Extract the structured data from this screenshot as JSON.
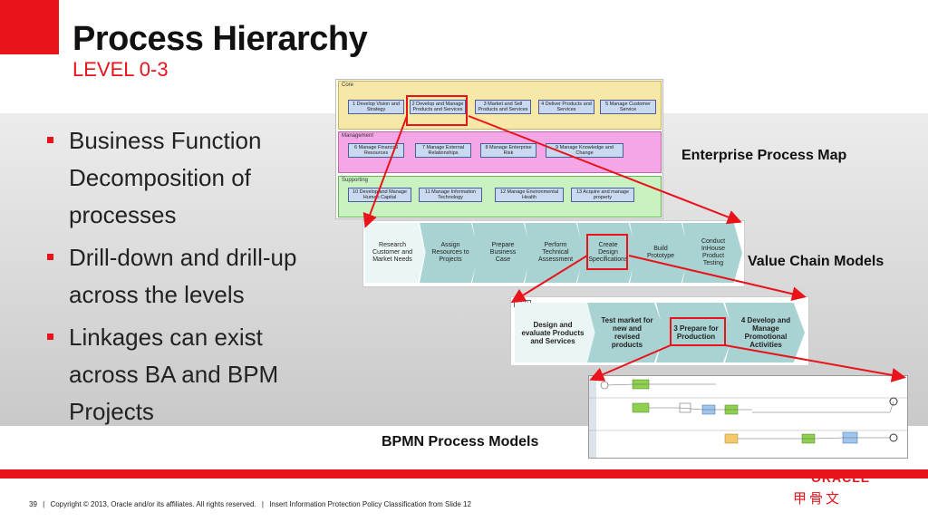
{
  "slide": {
    "title": "Process Hierarchy",
    "subtitle": "LEVEL 0-3",
    "bullets": [
      "Business Function Decomposition of processes",
      "Drill-down and drill-up across the levels",
      "Linkages can exist across BA and BPM Projects"
    ]
  },
  "labels": {
    "epm": "Enterprise Process Map",
    "vcm": "Value Chain Models",
    "bpmn": "BPMN Process Models"
  },
  "epm": {
    "core": {
      "label": "Core",
      "boxes": [
        "1 Develop Vision and Strategy",
        "2 Develop and Manage Products and Services",
        "3 Market and Sell Products and Services",
        "4 Deliver Products and Services",
        "5 Manage Customer Service"
      ]
    },
    "management": {
      "label": "Management",
      "boxes": [
        "6 Manage Financial Resources",
        "7 Manage External Relationships",
        "8 Manage Enterprise Risk",
        "9 Manage Knowledge and Change"
      ]
    },
    "supporting": {
      "label": "Supporting",
      "boxes": [
        "10 Develop and Manage Human Capital",
        "11 Manage Information Technology",
        "12 Manage Environmental Health",
        "13 Acquire and manage property"
      ]
    }
  },
  "value_chain": [
    "Research Customer and Market Needs",
    "Assign Resources to Projects",
    "Prepare Business Case",
    "Perform Technical Assessment",
    "Create Design Specifications",
    "Build Prototype",
    "Conduct InHouse Product Testing"
  ],
  "level3": {
    "tag": "CCD",
    "steps": [
      "Design and evaluate Products and Services",
      "Test market for new and revised products",
      "3 Prepare for Production",
      "4 Develop and Manage Promotional Activities"
    ]
  },
  "brand": {
    "logo": "ORACLE",
    "chinese": "甲骨文"
  },
  "footer": {
    "page": "39",
    "copyright": "Copyright © 2013, Oracle and/or its affiliates. All rights reserved.",
    "classification": "Insert Information Protection Policy Classification from Slide 12"
  },
  "colors": {
    "accent": "#e8131b",
    "core_band": "#f8e8a8",
    "management_band": "#f4a6e6",
    "supporting_band": "#c9f2c0",
    "chevron": "#a9d3d2"
  }
}
